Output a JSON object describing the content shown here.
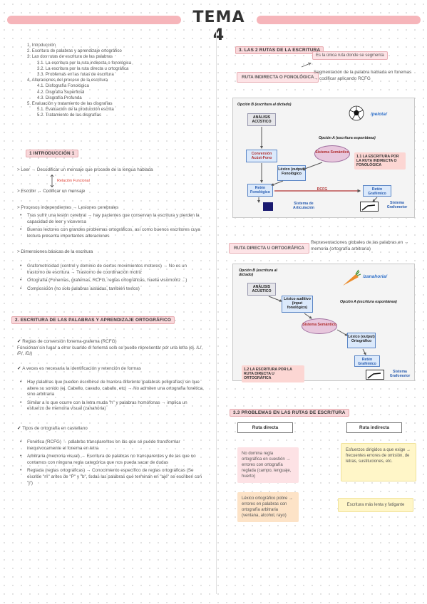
{
  "page": {
    "title": "TEMA 4",
    "accent_color": "#f6b5ba"
  },
  "toc": [
    {
      "level": 1,
      "text": "1. Introducción"
    },
    {
      "level": 1,
      "text": "2. Escritura de palabras y aprendizaje ortográfico"
    },
    {
      "level": 1,
      "text": "3. Las dos rutas de escritura de las palabras"
    },
    {
      "level": 2,
      "text": "3.1. La escritura por la ruta indirecta o fonológica"
    },
    {
      "level": 2,
      "text": "3.2. La escritura por la ruta directa u ortográfica"
    },
    {
      "level": 2,
      "text": "3.3. Problemas en las rutas de escritura"
    },
    {
      "level": 1,
      "text": "4. Alteraciones del proceso de la escritura"
    },
    {
      "level": 2,
      "text": "4.1. Disfografía Fonológica"
    },
    {
      "level": 2,
      "text": "4.2. Disgrafía Superficial"
    },
    {
      "level": 2,
      "text": "4.3. Disgrafía Profunda"
    },
    {
      "level": 1,
      "text": "5. Evaluación y tratamiento de las disgrafías"
    },
    {
      "level": 2,
      "text": "5.1. Evaluación de la producción escrita"
    },
    {
      "level": 2,
      "text": "5.2. Tratamiento de las disgrafías"
    }
  ],
  "intro": {
    "heading": "1 INTRODUCCIÓN 1",
    "leer": "> Leer → Decodificar un mensaje que procede de la lengua hablada",
    "relacion": "Relación Funcional",
    "escribir": "> Escribir → Codificar un mensaje",
    "procesos": "> Procesos independientes → Lesiones cerebrales",
    "bullets": [
      "Tras sufrir una lesión cerebral → hay pacientes que conservan la escritura y pierden la capacidad de leer y viceversa",
      "Buenos lectores con grandes problemas ortográficos, así como buenos escritores cuya lectura presenta importantes alteraciones"
    ],
    "dimensiones": "> Dimensiones básicas de la escritura",
    "dim_bullets": [
      "Grafomotricidad (control y dominio de ciertos movimientos motores) → No es un trastorno de escritura → Trastorno de coordinación motriz",
      "Ortografía (Fonemas, grafemas, RCFG, reglas ortográficas, huella visomotriz ...)",
      "Composición (no solo palabras aisladas, también textos)"
    ]
  },
  "section2": {
    "heading": "2. ESCRITURA DE LAS PALABRAS Y APRENDIZAJE ORTOGRÁFICO",
    "reglas_title": "Reglas de conversión fonema-grafema (RCFG)",
    "reglas_text": "Funcionan sin lugar a error cuando el fonema solo se puede representar por una letra (ej. /L/, /P/, /D/)",
    "identificacion": "A veces es necesaria la identificación y retención de formas",
    "id_bullets": [
      "Hay palabras que pueden escribirse de manera diferente (palabras poligrafías) sin que altere su sonido (ej. Cabello, cavado, caballo, etc) → No admiten una ortografía fonética, sino arbitraria",
      "Similar a lo que ocurre con la letra muda \"h\" y palabras homófonas → implica un esfuerzo de memoria visual (zanahoria)"
    ],
    "tipos": "Tipos de ortografía en castellano",
    "tipos_bullets": [
      "Fonética (RCFG) → palabras transparentes en las que se puede transformar inequívocamente el fonema en letra",
      "Arbitraria (memoria visual) → Escritura de palabras no transparentes y de las que no contamos con ninguna regla categórica que nos pueda sacar de dudas",
      "Reglada (reglas ortográficas) → Conocimiento específico de reglas ortográficas (Se escribe \"m\" antes de \"P\" y \"b\", todas las palabras que terminan en \"aje\" se escriben con \"j\")"
    ]
  },
  "section31": {
    "heading": "3. LAS 2 RUTAS DE LA ESCRITURA",
    "nota": "Es la única ruta donde se segmenta",
    "ruta_indirecta": "RUTA INDIRECTA O FONOLÓGICA",
    "ruta_indirecta_desc": "Segmentación de la palabra hablada en fonemas → codificar aplicando RCFG",
    "diagram1": {
      "opcion_b": "Opción B (escritura al dictado)",
      "pelota": "/pelota/",
      "analisis": "ANÁLISIS ACÚSTICO",
      "opcion_a": "Opción A (escritura espontánea)",
      "conversion": "Conversión Acúst-Fono",
      "sistema_semantico": "Sistema Semántico",
      "lexico": "Léxico (output) Fonológico",
      "nota": "1.1 LA ESCRITURA POR LA RUTA INDIRECTA O FONOLÓGICA",
      "reten_fon": "Retén Fonológico",
      "rcfg": "RCFG",
      "reten_graf": "Retén Grafémico",
      "sist_artic": "Sistema de Articulación",
      "sist_graf": "Sistema Grafomotor"
    }
  },
  "section32": {
    "ruta_directa": "RUTA DIRECTA U ORTOGRÁFICA",
    "ruta_directa_desc": "Representaciones globales de las palabras en → memoria (ortografía arbitraria)",
    "diagram2": {
      "opcion_b": "Opción B (escritura al dictado)",
      "zanahoria": "/zanahoria/",
      "analisis": "ANÁLISIS ACÚSTICO",
      "lexico_aud": "Léxico auditivo (input fonológico)",
      "opcion_a": "Opción A (escritura espontánea)",
      "sistema_semantico": "Sistema Semántico",
      "lexico_orto": "Léxico (output) Ortográfico",
      "nota": "1.2 LA ESCRITURA POR LA RUTA DIRECTA U ORTOGRÁFICA",
      "reten_graf": "Retén Grafémico",
      "sist_graf": "Sistema Grafomotor"
    }
  },
  "section33": {
    "heading": "3.3 PROBLEMAS EN LAS RUTAS DE ESCRITURA",
    "ruta_directa_btn": "Ruta directa",
    "ruta_indirecta_btn": "Ruta indirecta",
    "card1": "No domina regla ortográfica en cuestión → errores con ortografía reglada (campo, lenguaje, huerto)",
    "card2": "Léxico ortográfico pobre → errores en palabras con ortografía arbitraria (ventana, alcohol, rayo)",
    "card3": "Esfuerzos dirigidos a que exige → frecuentes errores de omisión, de letras, sustituciones, etc.",
    "card4": "Escritura más lenta y fatigante"
  }
}
